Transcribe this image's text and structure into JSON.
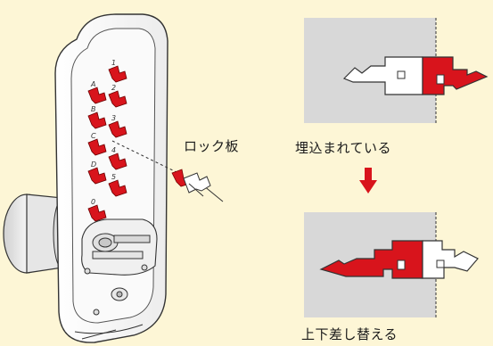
{
  "labels": {
    "lock_plate": "ロック板",
    "embedded": "埋込まれている",
    "swap": "上下差し替える"
  },
  "pin_digits": [
    "1",
    "A",
    "2",
    "B",
    "3",
    "C",
    "4",
    "D",
    "5",
    "0"
  ],
  "colors": {
    "background": "#fdf6d6",
    "panel": "#d8d8d8",
    "accent_red": "#d8141c",
    "outline": "#333333",
    "arrow": "#d8141c"
  }
}
